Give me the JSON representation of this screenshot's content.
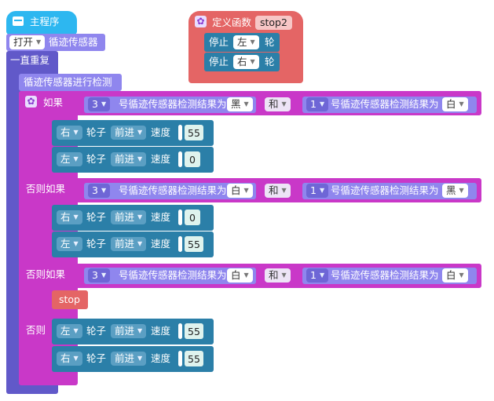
{
  "main": {
    "title": "主程序",
    "open_label": "打开",
    "sensor_label": "循迹传感器",
    "loop_label": "一直重复",
    "detect_label": "循迹传感器进行检测"
  },
  "func": {
    "define_label": "定义函数",
    "name": "stop2",
    "stop_left": {
      "stop": "停止",
      "wheel": "左",
      "suffix": "轮"
    },
    "stop_right": {
      "stop": "停止",
      "wheel": "右",
      "suffix": "轮"
    }
  },
  "ifblock": {
    "if_label": "如果",
    "elseif_label": "否则如果",
    "else_label": "否则",
    "and_label": "和",
    "cond_text": "号循迹传感器检测结果为",
    "cond1": {
      "a_num": "3",
      "a_color": "黑",
      "b_num": "1",
      "b_color": "白"
    },
    "cond2": {
      "a_num": "3",
      "a_color": "白",
      "b_num": "1",
      "b_color": "黑"
    },
    "cond3": {
      "a_num": "3",
      "a_color": "白",
      "b_num": "1",
      "b_color": "白"
    }
  },
  "motor": {
    "wheel_label": "轮子",
    "speed_label": "速度",
    "direction": "前进",
    "rows": [
      {
        "wheel": "右",
        "speed": "55"
      },
      {
        "wheel": "左",
        "speed": "0"
      },
      {
        "wheel": "右",
        "speed": "0"
      },
      {
        "wheel": "左",
        "speed": "55"
      },
      {
        "wheel": "左",
        "speed": "55"
      },
      {
        "wheel": "右",
        "speed": "55"
      }
    ]
  },
  "stop_call": "stop",
  "colors": {
    "cyan": "#2db7f0",
    "loop": "#6159c9",
    "sensor": "#8f86ee",
    "ifblock": "#c938c8",
    "motor": "#2b7fa8",
    "func": "#e46565"
  }
}
